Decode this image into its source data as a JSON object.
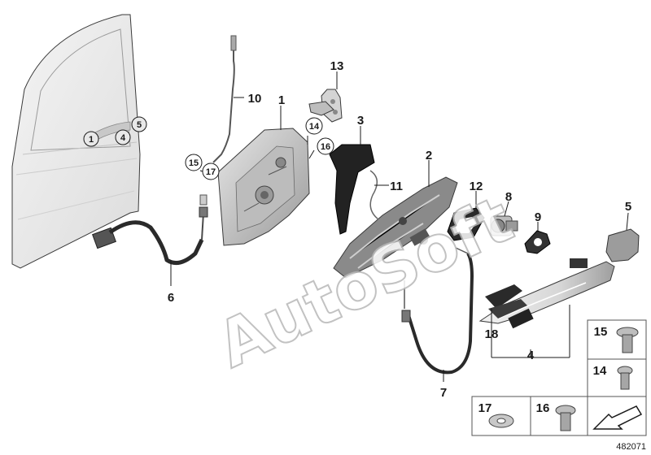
{
  "diagram": {
    "callouts": {
      "c1": "1",
      "c2": "2",
      "c3": "3",
      "c4": "4",
      "c5": "5",
      "c6": "6",
      "c7": "7",
      "c8": "8",
      "c9": "9",
      "c10": "10",
      "c11": "11",
      "c12": "12",
      "c13": "13",
      "c14": "14",
      "c15": "15",
      "c16": "16",
      "c17": "17",
      "c18": "18"
    },
    "circled": {
      "door_1": "1",
      "door_4": "4",
      "door_5": "5",
      "lock_14": "14",
      "lock_15": "15",
      "lock_16": "16",
      "lock_17": "17"
    },
    "legend_boxes": {
      "box15": "15",
      "box14": "14",
      "box17": "17",
      "box16": "16"
    },
    "watermark": "AutoSoft",
    "doc_number": "482071"
  }
}
